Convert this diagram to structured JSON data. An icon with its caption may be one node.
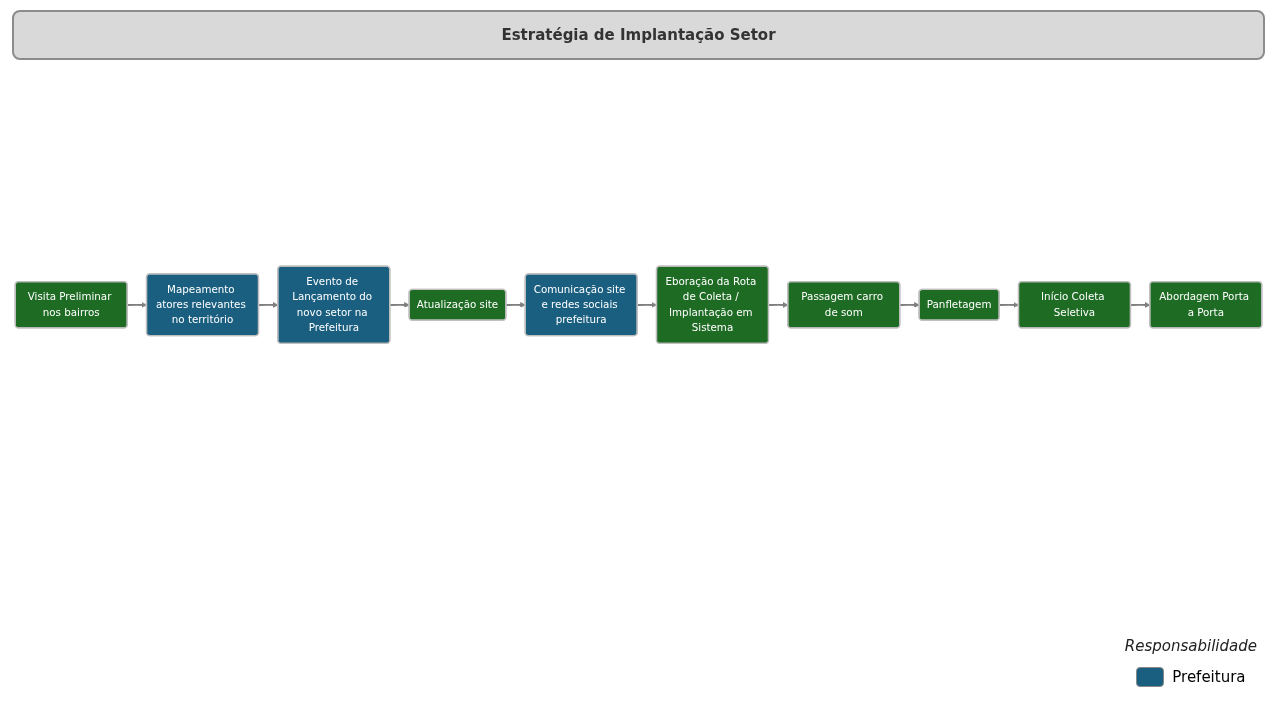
{
  "diagram": {
    "title": "Estratégia de Implantação Setor",
    "nodes": [
      {
        "text": [
          "Visita Preliminar nos bairros"
        ]
      },
      {
        "text": [
          "Mapeamento atores relevantes no território"
        ]
      },
      {
        "text": [
          "Evento de Lançamento do novo setor na Prefeitura"
        ]
      },
      {
        "text": [
          "Atualização site"
        ]
      },
      {
        "text": [
          "Comunicação site e redes sociais prefeitura"
        ]
      },
      {
        "text": [
          "Eboração da Rota de Coleta / Implantação em Sistema"
        ]
      },
      {
        "text": [
          "Passagem carro de som"
        ]
      },
      {
        "text": [
          "Panfletagem"
        ]
      },
      {
        "text": [
          "Início Coleta Seletiva"
        ]
      },
      {
        "text": [
          "Abordagem Porta a Porta"
        ]
      }
    ],
    "edges": [
      {
        "from": 0,
        "to": 1,
        "arrow": "to"
      },
      {
        "from": 1,
        "to": 2,
        "arrow": "to"
      },
      {
        "from": 2,
        "to": 3,
        "arrow": "to"
      },
      {
        "from": 3,
        "to": 4,
        "arrow": "to"
      },
      {
        "from": 4,
        "to": 5,
        "arrow": "to"
      },
      {
        "from": 5,
        "to": 6,
        "arrow": "to"
      },
      {
        "from": 6,
        "to": 7,
        "arrow": "to"
      },
      {
        "from": 7,
        "to": 8,
        "arrow": "to"
      },
      {
        "from": 8,
        "to": 9,
        "arrow": "to"
      }
    ],
    "labels": [
      "Responsabilidade"
    ],
    "legend": [
      {
        "text": "Prefeitura",
        "color": "#1a5f80"
      }
    ]
  }
}
